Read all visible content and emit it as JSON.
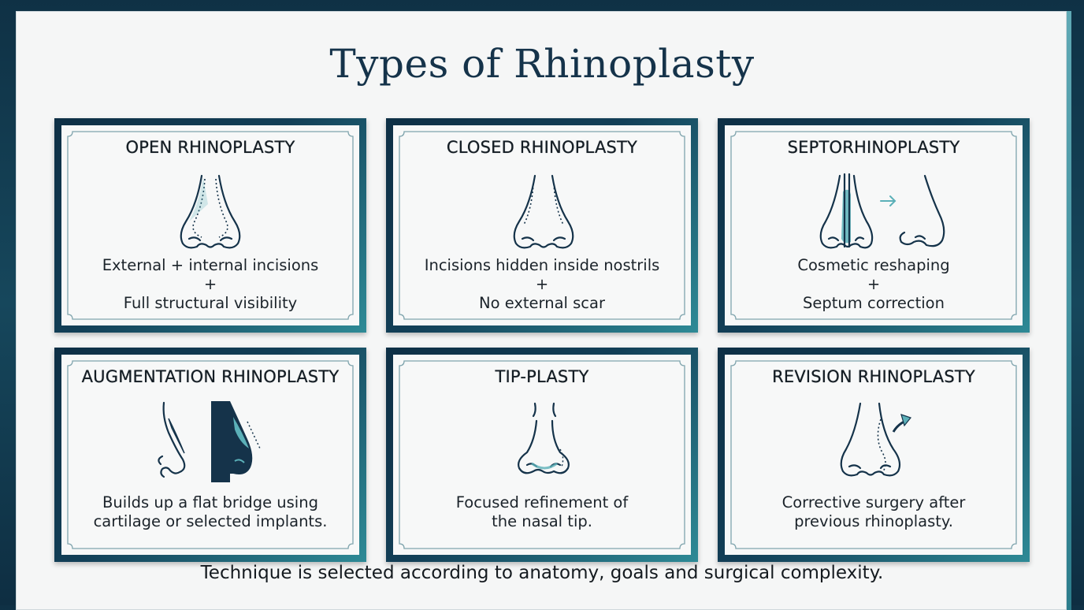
{
  "title": "Types of Rhinoplasty",
  "cards": [
    {
      "title": "OPEN RHINOPLASTY",
      "lines": [
        "External + internal incisions",
        "+",
        "Full structural visibility"
      ]
    },
    {
      "title": "CLOSED RHINOPLASTY",
      "lines": [
        "Incisions hidden inside nostrils",
        "+",
        "No external scar"
      ]
    },
    {
      "title": "SEPTORHINOPLASTY",
      "lines": [
        "Cosmetic reshaping",
        "+",
        "Septum correction"
      ]
    },
    {
      "title": "AUGMENTATION RHINOPLASTY",
      "lines": [
        "Builds up a flat bridge using",
        "cartilage or selected implants."
      ]
    },
    {
      "title": "TIP-PLASTY",
      "lines": [
        "Focused refinement of",
        "the nasal tip."
      ]
    },
    {
      "title": "REVISION RHINOPLASTY",
      "lines": [
        "Corrective surgery after",
        "previous rhinoplasty."
      ]
    }
  ],
  "footer": "Technique is selected according to anatomy, goals and surgical complexity.",
  "colors": {
    "navy": "#15334a",
    "teal": "#5bb0b8",
    "background": "#f5f6f6"
  }
}
